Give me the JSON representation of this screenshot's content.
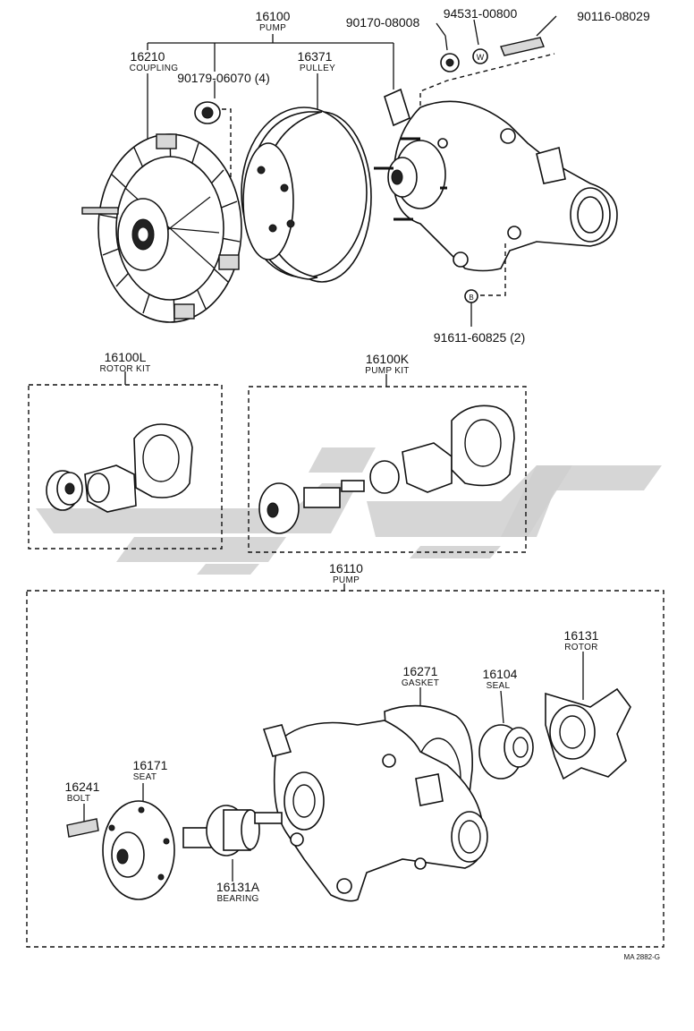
{
  "labels": {
    "pump_top": {
      "num": "16100",
      "name": "PUMP"
    },
    "coupling": {
      "num": "16210",
      "name": "COUPLING"
    },
    "nut_4": {
      "num": "90179-06070 (4)"
    },
    "pulley": {
      "num": "16371",
      "name": "PULLEY"
    },
    "bolt_90170": {
      "num": "90170-08008"
    },
    "washer_94531": {
      "num": "94531-00800"
    },
    "stud_90116": {
      "num": "90116-08029"
    },
    "bolt_91611": {
      "num": "91611-60825 (2)"
    },
    "rotor_kit": {
      "num": "16100L",
      "name": "ROTOR KIT"
    },
    "pump_kit": {
      "num": "16100K",
      "name": "PUMP KIT"
    },
    "pump_assy": {
      "num": "16110",
      "name": "PUMP"
    },
    "rotor": {
      "num": "16131",
      "name": "ROTOR"
    },
    "gasket": {
      "num": "16271",
      "name": "GASKET"
    },
    "seal": {
      "num": "16104",
      "name": "SEAL"
    },
    "seat": {
      "num": "16171",
      "name": "SEAT"
    },
    "bolt": {
      "num": "16241",
      "name": "BOLT"
    },
    "bearing": {
      "num": "16131A",
      "name": "BEARING"
    }
  },
  "callouts": {
    "w": "W",
    "b": "B"
  },
  "figure_code": "MA 2882-G"
}
